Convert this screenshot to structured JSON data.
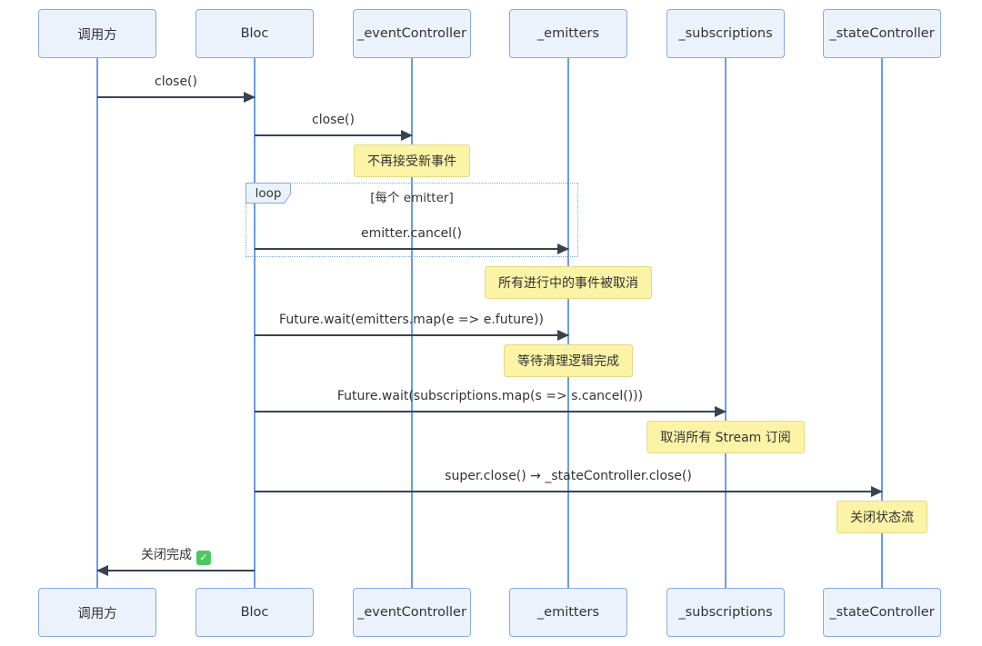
{
  "diagram_type": "sequence-diagram",
  "participants": [
    {
      "label": "调用方"
    },
    {
      "label": "Bloc"
    },
    {
      "label": "_eventController"
    },
    {
      "label": "_emitters"
    },
    {
      "label": "_subscriptions"
    },
    {
      "label": "_stateController"
    }
  ],
  "messages": [
    {
      "label": "close()",
      "from": "调用方",
      "to": "Bloc",
      "direction": "right"
    },
    {
      "label": "close()",
      "from": "Bloc",
      "to": "_eventController",
      "direction": "right"
    },
    {
      "label": "emitter.cancel()",
      "from": "Bloc",
      "to": "_emitters",
      "direction": "right"
    },
    {
      "label": "Future.wait(emitters.map(e => e.future))",
      "from": "Bloc",
      "to": "_emitters",
      "direction": "right"
    },
    {
      "label": "Future.wait(subscriptions.map(s => s.cancel()))",
      "from": "Bloc",
      "to": "_subscriptions",
      "direction": "right"
    },
    {
      "label": "super.close() → _stateController.close()",
      "from": "Bloc",
      "to": "_stateController",
      "direction": "right"
    },
    {
      "label": "关闭完成",
      "check_icon": "✓",
      "from": "Bloc",
      "to": "调用方",
      "direction": "left"
    }
  ],
  "loop": {
    "label": "loop",
    "condition": "[每个 emitter]"
  },
  "notes": [
    {
      "text": "不再接受新事件",
      "over": "_eventController"
    },
    {
      "text": "所有进行中的事件被取消",
      "over": "_emitters"
    },
    {
      "text": "等待清理逻辑完成",
      "over": "_emitters"
    },
    {
      "text": "取消所有 Stream 订阅",
      "over": "_subscriptions"
    },
    {
      "text": "关闭状态流",
      "over": "_stateController"
    }
  ],
  "colors": {
    "lifeline": "#6D9BE8",
    "box-fill": "#ECF2FC",
    "box-border": "#86ABE3",
    "note-fill": "#FBF3A6",
    "note-border": "#E6D884",
    "arrow": "#384352",
    "loop-border": "#7FA8E4",
    "check-green": "#4CC764",
    "text": "#333333"
  }
}
